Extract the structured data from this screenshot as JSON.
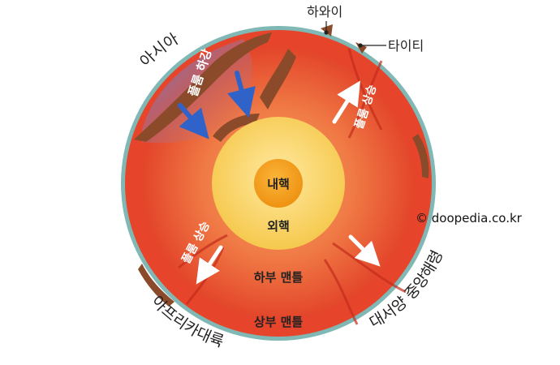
{
  "labels": {
    "hawaii": "하와이",
    "tahiti": "타이티",
    "asia": "아시아",
    "plume_down": "플룸 하강",
    "plume_up_right": "플룸 상승",
    "plume_up_left": "플룸 상승",
    "inner_core": "내핵",
    "outer_core": "외핵",
    "lower_mantle": "하부 맨틀",
    "upper_mantle": "상부 맨틀",
    "africa": "아프리카대륙",
    "ridge": "대서양 중앙해령",
    "copyright": "© doopedia.co.kr"
  },
  "colors": {
    "ocean_rim": "#7fb8b4",
    "upper_mantle": "#e8432a",
    "lower_mantle": "#ef6b3a",
    "outer_core": "#f9d46a",
    "inner_core": "#f4a01d",
    "cold_plume": "#6f8fd6",
    "arrow_blue": "#2f63c9",
    "arrow_white": "#ffffff",
    "crust": "#8b4a2a"
  }
}
